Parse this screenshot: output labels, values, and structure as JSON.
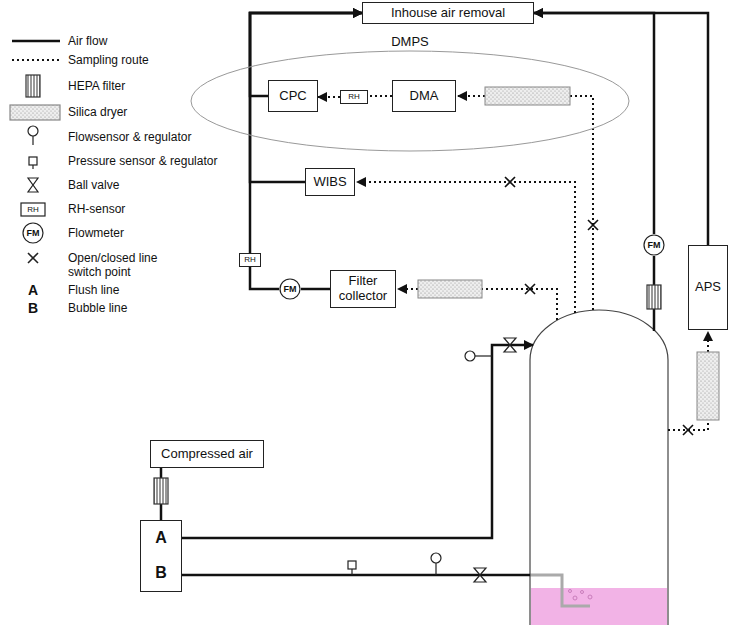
{
  "diagram": {
    "nodes": [
      {
        "text": [
          "Inhouse air removal"
        ]
      },
      {
        "text": [
          "DMPS"
        ]
      },
      {
        "text": [
          "CPC"
        ],
        "in": 1
      },
      {
        "text": [
          "RH"
        ],
        "in": 1
      },
      {
        "text": [
          "DMA"
        ],
        "in": 1
      },
      {
        "text": [
          "WIBS"
        ]
      },
      {
        "text": [
          "RH"
        ]
      },
      {
        "text": [
          "FM"
        ]
      },
      {
        "text": [
          "Filter collector"
        ]
      },
      {
        "text": [
          "FM"
        ]
      },
      {
        "text": [
          "APS"
        ]
      },
      {
        "text": [
          "Compressed air"
        ]
      },
      {
        "text": [
          "A",
          "B"
        ]
      }
    ],
    "edges": [
      {
        "from": 2,
        "to": 0,
        "arrow": "to"
      },
      {
        "from": 5,
        "to": 0,
        "arrow": "to"
      },
      {
        "from": 6,
        "to": 0,
        "arrow": "to"
      },
      {
        "from": 7,
        "to": 6,
        "arrow": "none"
      },
      {
        "from": 8,
        "to": 7,
        "arrow": "none"
      },
      {
        "from": 4,
        "to": 3,
        "arrow": "none"
      },
      {
        "from": 3,
        "to": 2,
        "arrow": "to"
      },
      {
        "from": 10,
        "to": 0,
        "arrow": "to"
      },
      {
        "from": 9,
        "to": 0,
        "arrow": "to"
      },
      {
        "from": 11,
        "to": 12,
        "arrow": "none"
      }
    ],
    "labels": [
      "RH",
      "FM",
      "A",
      "B"
    ],
    "legend": [
      {
        "text": "Air flow"
      },
      {
        "text": "Sampling route"
      },
      {
        "text": "HEPA filter"
      },
      {
        "text": "Silica dryer"
      },
      {
        "text": "Flowsensor & regulator"
      },
      {
        "text": "Pressure sensor & regulator"
      },
      {
        "text": "Ball valve"
      },
      {
        "text": "RH-sensor"
      },
      {
        "text": "Flowmeter"
      },
      {
        "text": "Open/closed line switch point"
      },
      {
        "text": "Flush line"
      },
      {
        "text": "Bubble line"
      }
    ]
  }
}
